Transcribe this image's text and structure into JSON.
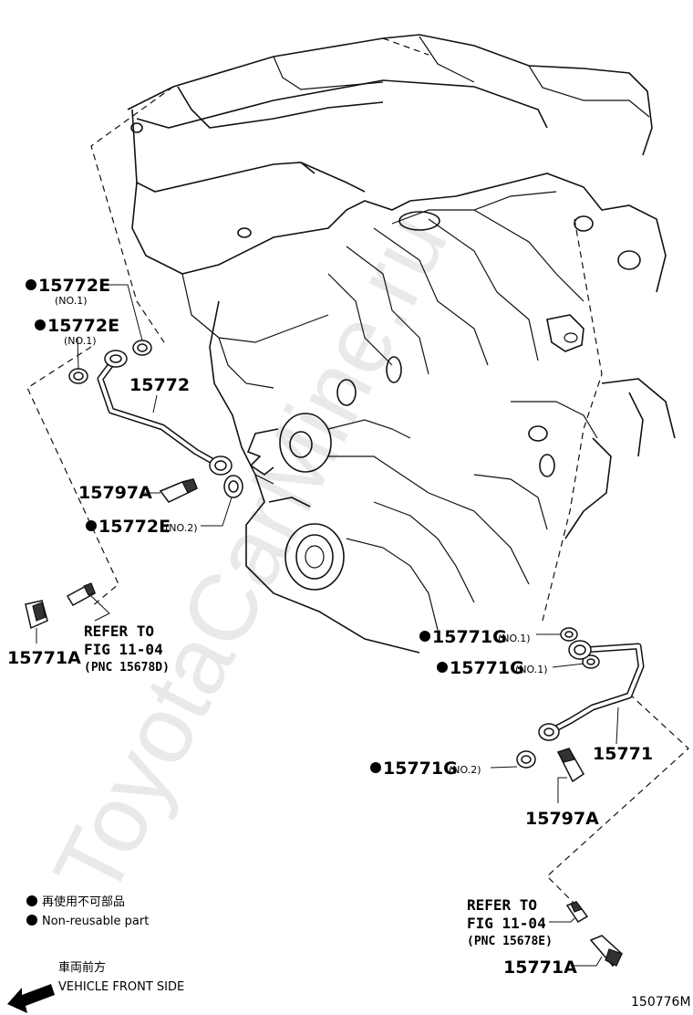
{
  "watermark": "ToyotaCarMine.ru",
  "labels": {
    "e_top_1": "15772E",
    "e_top_1_sub": "(NO.1)",
    "e_top_2": "15772E",
    "e_top_2_sub": "(NO.1)",
    "pipe_upper": "15772",
    "bolt_upper": "15797A",
    "e_mid": "15772E",
    "e_mid_sub": "(NO.2)",
    "union_left": "15771A",
    "g_1": "15771G",
    "g_1_sub": "(NO.1)",
    "g_2": "15771G",
    "g_2_sub": "(NO.1)",
    "pipe_lower": "15771",
    "g_3": "15771G",
    "g_3_sub": "(NO.2)",
    "bolt_lower": "15797A",
    "union_right": "15771A"
  },
  "refer_left": {
    "line1": "REFER TO",
    "line2": "FIG 11-04",
    "line3": "(PNC 15678D)"
  },
  "refer_right": {
    "line1": "REFER TO",
    "line2": "FIG 11-04",
    "line3": "(PNC 15678E)"
  },
  "legend": {
    "jp": "再使用不可部品",
    "en": "Non-reusable part"
  },
  "front": {
    "jp": "車両前方",
    "en": "VEHICLE FRONT SIDE"
  },
  "figure_id": "150776M"
}
